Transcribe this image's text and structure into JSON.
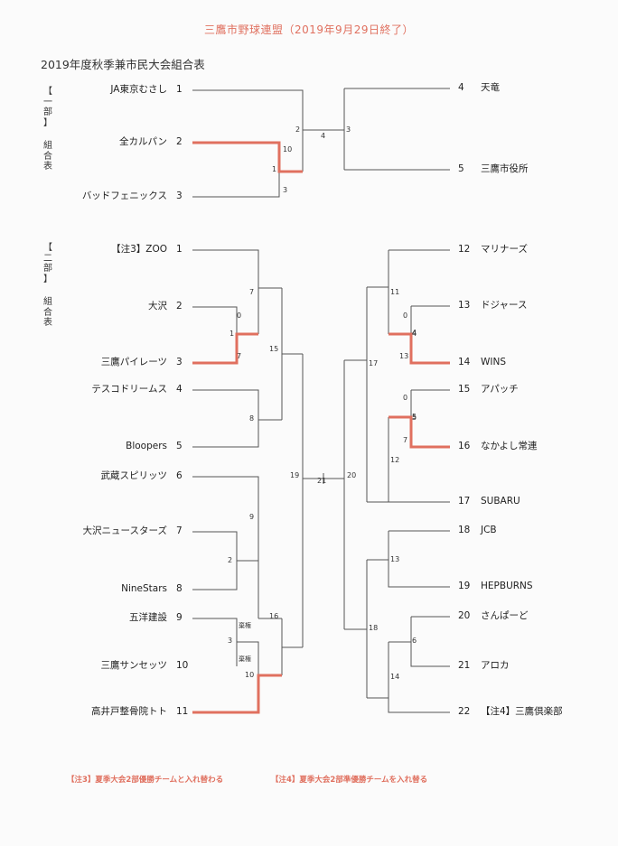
{
  "title": "三鷹市野球連盟（2019年9月29日終了）",
  "subtitle": "2019年度秋季兼市民大会組合表",
  "colors": {
    "accent": "#e0705f",
    "line": "#555555",
    "text": "#222222"
  },
  "section1": {
    "label": [
      "【",
      "一",
      "部",
      "】",
      "組",
      "合",
      "表"
    ],
    "left_teams": [
      {
        "name": "JA東京むさし",
        "seed": "1"
      },
      {
        "name": "全カルパン",
        "seed": "2"
      },
      {
        "name": "バッドフェニックス",
        "seed": "3"
      }
    ],
    "right_teams": [
      {
        "seed": "4",
        "name": "天竜"
      },
      {
        "seed": "5",
        "name": "三鷹市役所"
      }
    ],
    "game_numbers": [
      "1",
      "2",
      "3",
      "4"
    ],
    "scores": [
      "10",
      "1",
      "3",
      "2",
      "3"
    ]
  },
  "section2": {
    "label": [
      "【",
      "二",
      "部",
      "】",
      "組",
      "合",
      "表"
    ],
    "left_teams": [
      {
        "name": "【注3】ZOO",
        "seed": "1"
      },
      {
        "name": "大沢",
        "seed": "2"
      },
      {
        "name": "三鷹パイレーツ",
        "seed": "3"
      },
      {
        "name": "テスコドリームス",
        "seed": "4"
      },
      {
        "name": "Bloopers",
        "seed": "5"
      },
      {
        "name": "武蔵スピリッツ",
        "seed": "6"
      },
      {
        "name": "大沢ニュースターズ",
        "seed": "7"
      },
      {
        "name": "NineStars",
        "seed": "8"
      },
      {
        "name": "五洋建設",
        "seed": "9"
      },
      {
        "name": "三鷹サンセッツ",
        "seed": "10"
      },
      {
        "name": "高井戸整骨院トト",
        "seed": "11"
      }
    ],
    "right_teams": [
      {
        "seed": "12",
        "name": "マリナーズ"
      },
      {
        "seed": "13",
        "name": "ドジャース"
      },
      {
        "seed": "14",
        "name": "WINS"
      },
      {
        "seed": "15",
        "name": "アパッチ"
      },
      {
        "seed": "16",
        "name": "なかよし常連"
      },
      {
        "seed": "17",
        "name": "SUBARU"
      },
      {
        "seed": "18",
        "name": "JCB"
      },
      {
        "seed": "19",
        "name": "HEPBURNS"
      },
      {
        "seed": "20",
        "name": "さんぱーど"
      },
      {
        "seed": "21",
        "name": "アロカ"
      },
      {
        "seed": "22",
        "name": "【注4】三鷹倶楽部"
      }
    ],
    "game_numbers": [
      "7",
      "8",
      "9",
      "2",
      "3",
      "10",
      "15",
      "16",
      "19",
      "21",
      "20",
      "11",
      "4",
      "5",
      "12",
      "17",
      "13",
      "6",
      "14",
      "18",
      "1"
    ],
    "scores": [
      "0",
      "1",
      "7",
      "0",
      "4",
      "13",
      "0",
      "5",
      "7"
    ],
    "forfeit_labels": [
      "棄権",
      "棄権"
    ]
  },
  "notes": [
    "【注3】夏季大会2部優勝チームと入れ替わる",
    "【注4】夏季大会2部準優勝チームを入れ替る"
  ]
}
